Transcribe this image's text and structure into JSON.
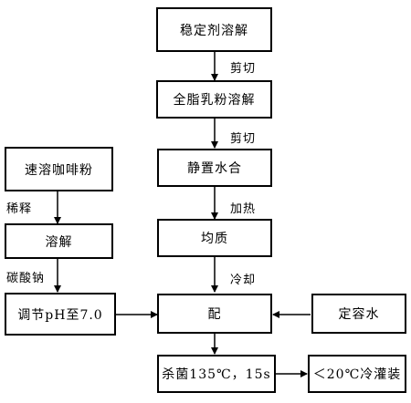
{
  "nodes": {
    "stabilizer": "稳定剂溶解",
    "milk_powder": "全脂乳粉溶解",
    "hydration": "静置水合",
    "homogenize": "均质",
    "mix": "配",
    "sterilize": "杀菌135℃，15s",
    "filling": "＜20℃冷灌装",
    "instant_coffee": "速溶咖啡粉",
    "dissolve": "溶解",
    "adjust_ph": "调节pH至7.0",
    "fixed_volume": "定容水"
  },
  "edge_labels": {
    "shear1": "剪切",
    "shear2": "剪切",
    "heat": "加热",
    "cool": "冷却",
    "dilute": "稀释",
    "sodium_carbonate": "碳酸钠"
  }
}
